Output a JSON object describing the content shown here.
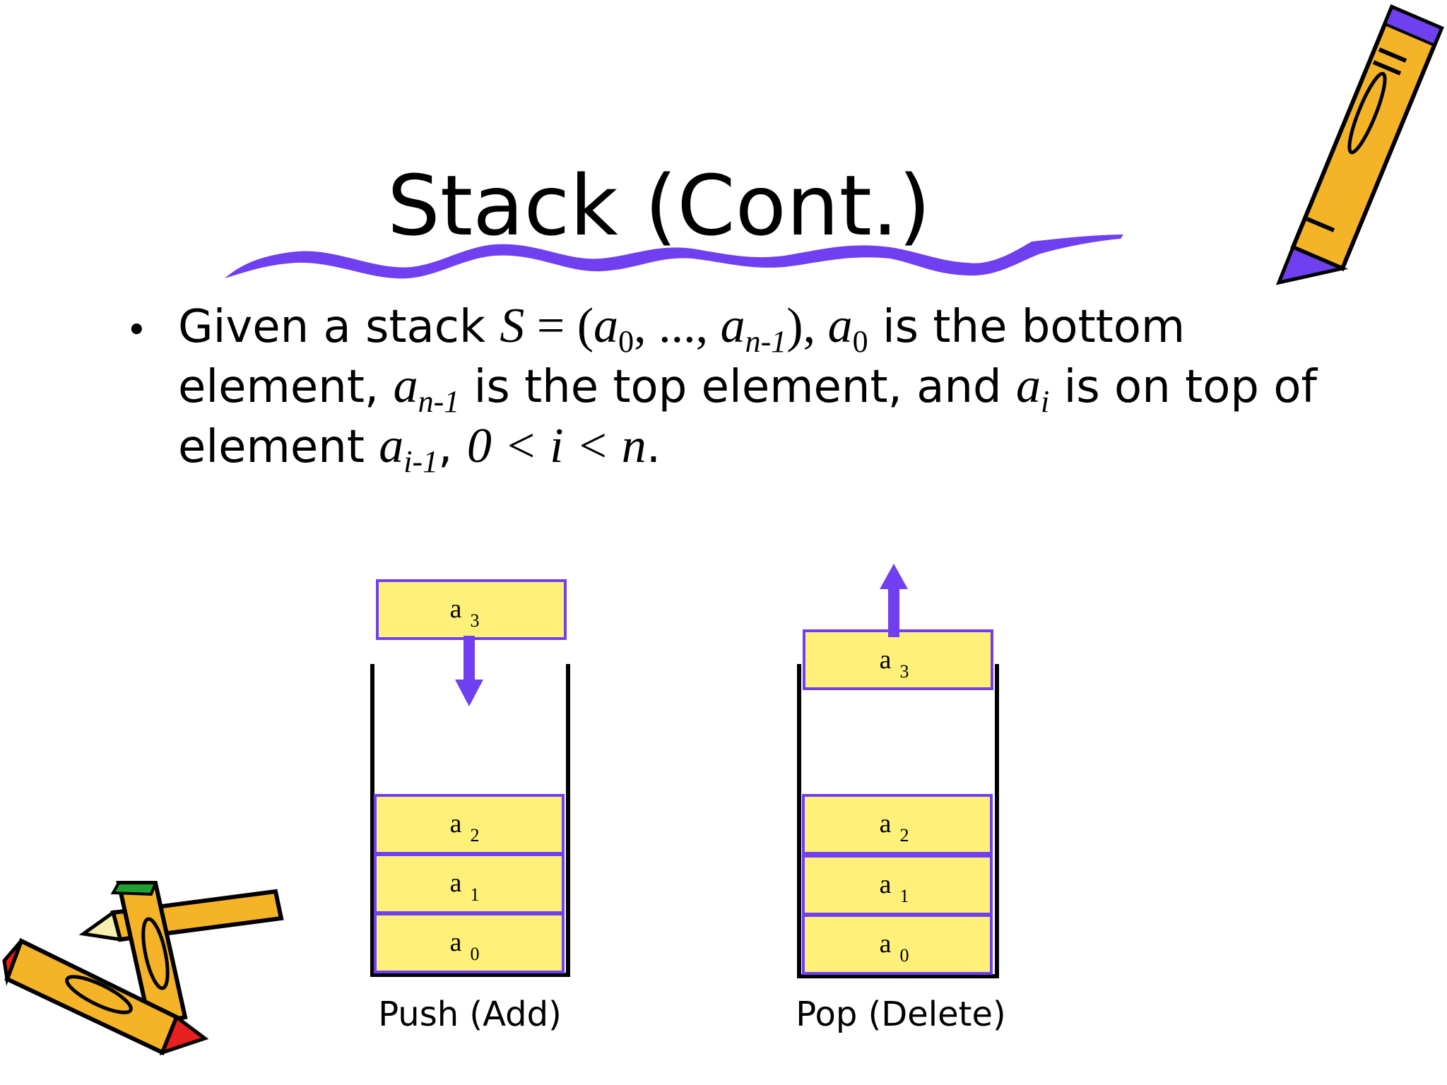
{
  "slide": {
    "title": "Stack (Cont.)",
    "bullet_symbol": "•",
    "body": {
      "t1": "Given a stack ",
      "S": "S",
      "eq_open": " = (",
      "a": "a",
      "sub_0": "0",
      "ellipsis": ", ..., ",
      "sub_n1": "n-1",
      "close": "), ",
      "t2": " is the bottom element, ",
      "t3": " is the top element, and ",
      "sub_i": "i",
      "t4": " is on top of element ",
      "sub_i1": "i-1",
      "comma": ", ",
      "ineq": "0 < i < n",
      "period": "."
    }
  },
  "diagram": {
    "push": {
      "caption": "Push (Add)",
      "incoming": {
        "label": "a",
        "sub": "3"
      },
      "cells": [
        {
          "label": "a",
          "sub": "2"
        },
        {
          "label": "a",
          "sub": "1"
        },
        {
          "label": "a",
          "sub": "0"
        }
      ]
    },
    "pop": {
      "caption": "Pop (Delete)",
      "outgoing": {
        "label": "a",
        "sub": "3"
      },
      "cells": [
        {
          "label": "a",
          "sub": "2"
        },
        {
          "label": "a",
          "sub": "1"
        },
        {
          "label": "a",
          "sub": "0"
        }
      ]
    }
  },
  "colors": {
    "accent_purple": "#7040f0",
    "cell_fill": "#fff07a",
    "pencil_orange": "#f5b428",
    "eraser_red": "#e82020",
    "eraser_green": "#20a030"
  },
  "icons": [
    "pencil-clipart-icon",
    "crayons-clipart-icon"
  ]
}
